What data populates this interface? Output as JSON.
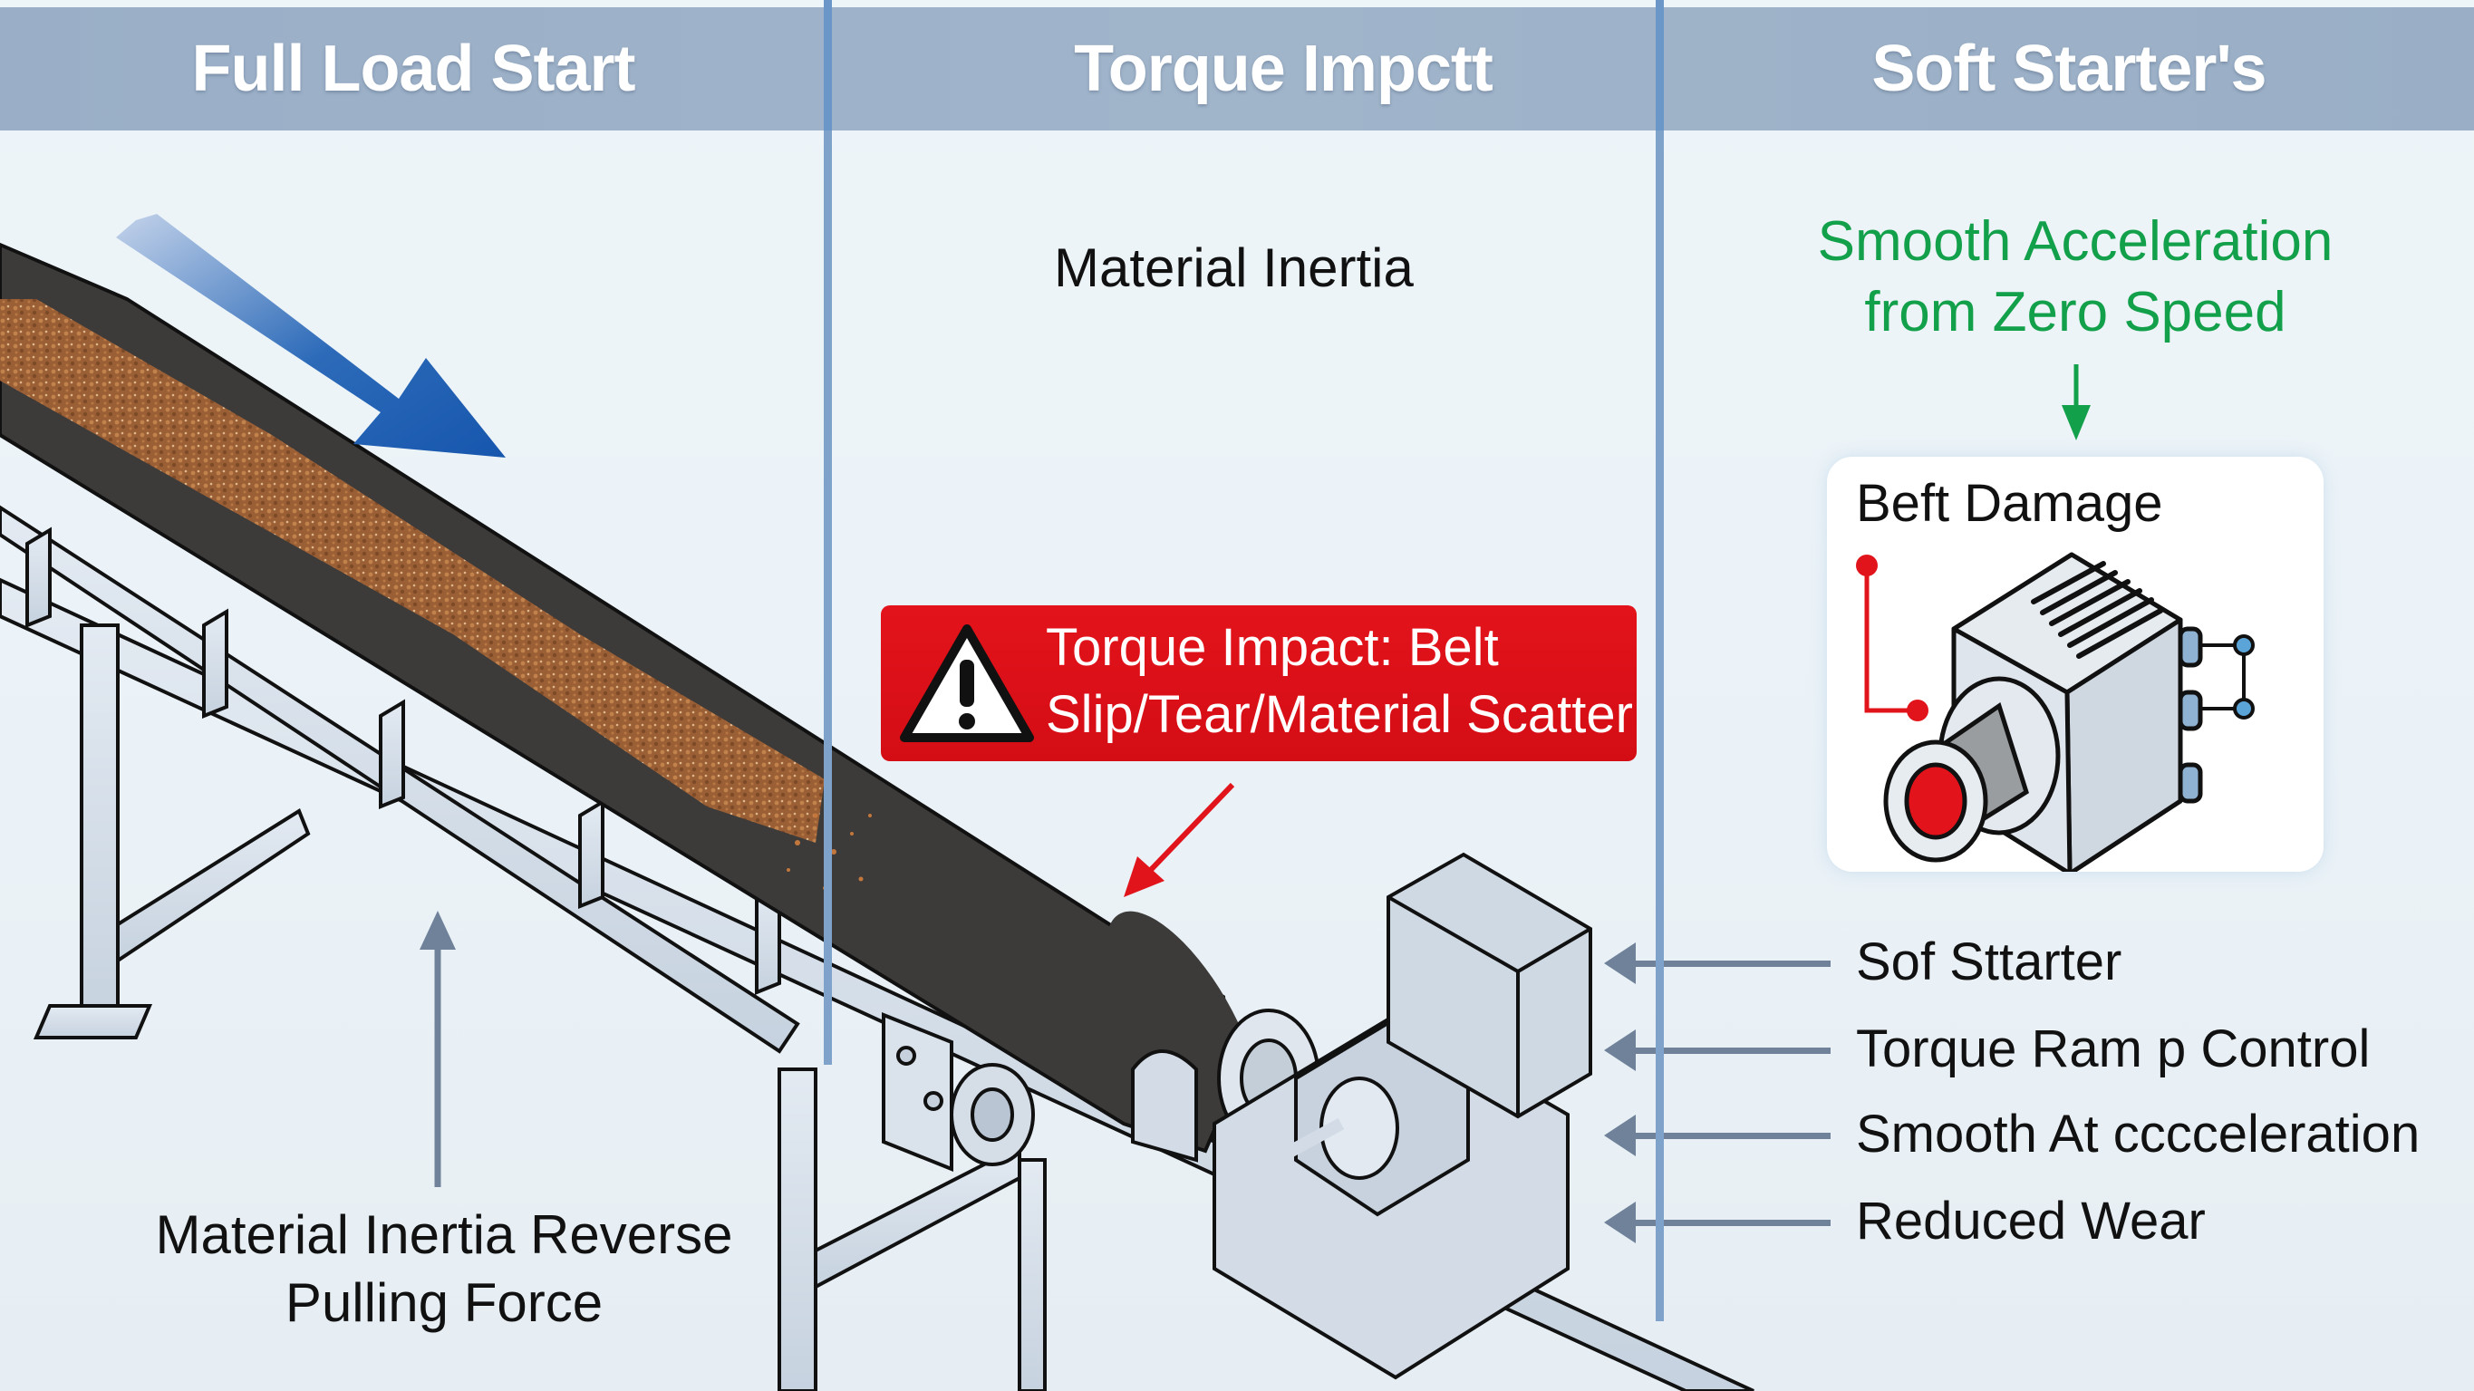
{
  "headers": [
    {
      "title": "Full Load Start"
    },
    {
      "title": "Torque Impctt"
    },
    {
      "title": "Soft Starter's"
    }
  ],
  "colors": {
    "header_band": "#9fb3c9",
    "divider": "#7fa2cb",
    "warning_red": "#dc1018",
    "accent_green": "#13a04a",
    "flow_arrow_blue": "#1f5fb0",
    "belt": "#3d3b39",
    "material": "#a8683a",
    "frame": "#d3dde8",
    "pointer_gray": "#6f8299"
  },
  "panel1": {
    "flow_arrow_icon": "arrow-down-right-icon",
    "force_label_line1": "Material Inertia Reverse",
    "force_label_line2": "Pulling Force"
  },
  "panel2": {
    "inertia_label": "Material Inertia",
    "warning": {
      "icon": "warning-triangle-icon",
      "line1": "Torque Impact: Belt",
      "line2": "Slip/Tear/Material Scatter"
    }
  },
  "panel3": {
    "green_line1": "Smooth Acceleration",
    "green_line2": "from Zero Speed",
    "motor_card_title": "Beft Damage",
    "features": [
      {
        "label": "Sof Sttarter"
      },
      {
        "label": "Torque Ram p Control"
      },
      {
        "label": "Smooth At cccceleration"
      },
      {
        "label": "Reduced Wear"
      }
    ]
  }
}
